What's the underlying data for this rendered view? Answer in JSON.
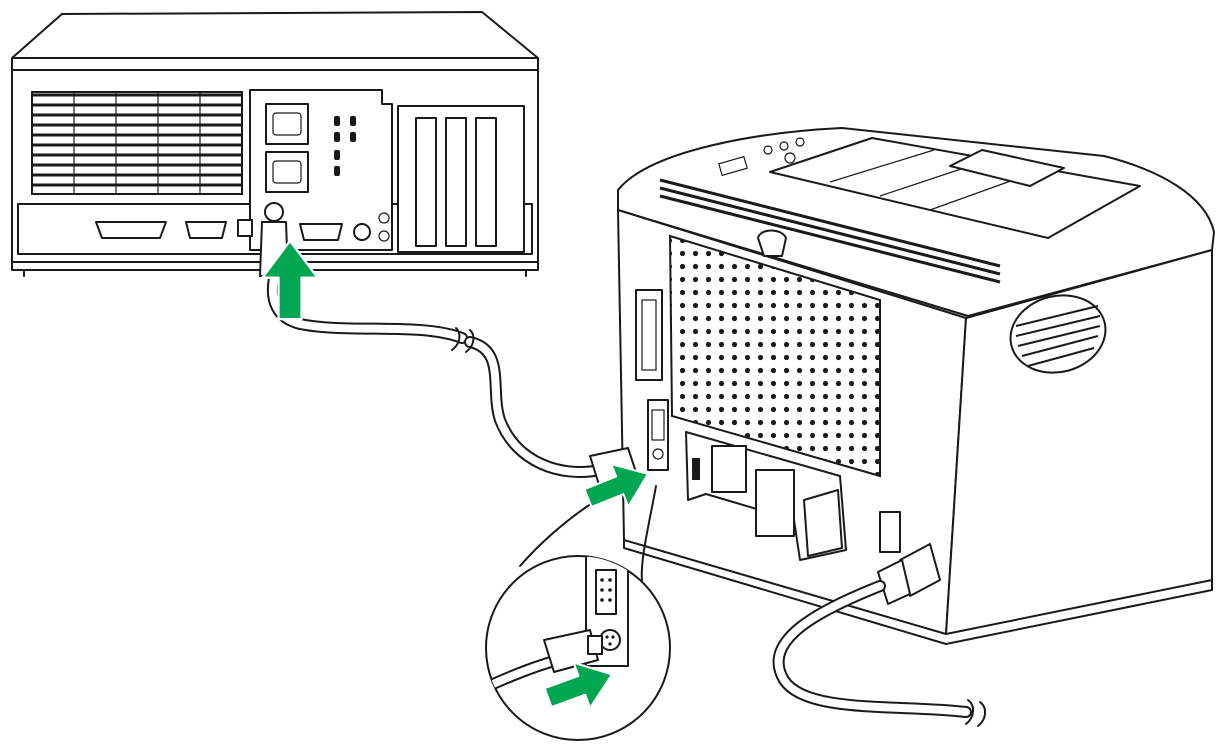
{
  "figure": {
    "items": [
      {
        "name": "computer",
        "icon": "computer-rear-panel-icon"
      },
      {
        "name": "printer",
        "icon": "printer-rear-icon"
      },
      {
        "name": "zoom-inset",
        "icon": "port-closeup-icon"
      }
    ],
    "arrow_count": 3
  },
  "colors": {
    "arrow": "#00a651",
    "line": "#1a1a1a",
    "background": "#ffffff"
  }
}
